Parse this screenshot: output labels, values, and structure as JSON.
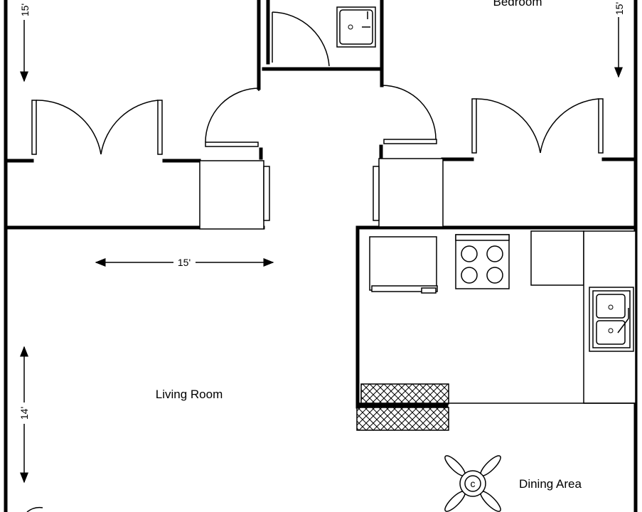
{
  "rooms": {
    "bedroom_label": "Bedroom",
    "living_room_label": "Living Room",
    "dining_area_label": "Dining Area"
  },
  "dimensions": {
    "left_bedroom_height": "15'",
    "right_bedroom_height": "15'",
    "living_room_width": "15'",
    "living_room_height": "14'"
  },
  "fixtures": {
    "ceiling_fan_mark": "c"
  }
}
